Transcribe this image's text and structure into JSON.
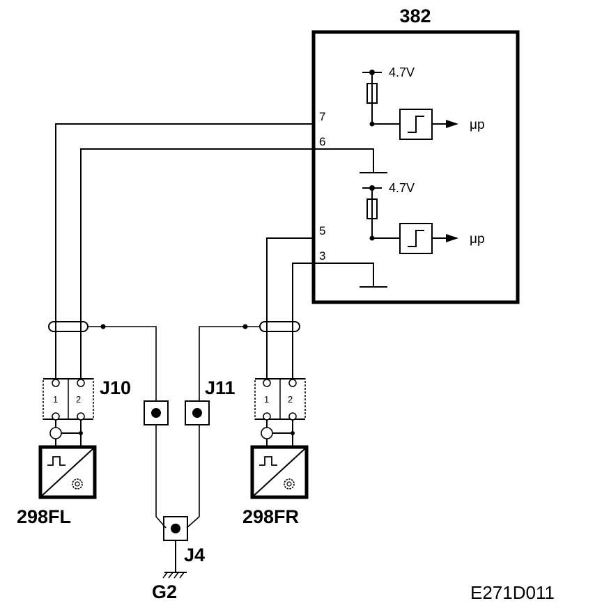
{
  "ecu": {
    "label": "382"
  },
  "ecu_pins": {
    "p7": "7",
    "p6": "6",
    "p5": "5",
    "p3": "3"
  },
  "pullups": {
    "upper": "4.7V",
    "lower": "4.7V"
  },
  "outputs": {
    "upper": "μp",
    "lower": "μp"
  },
  "connectors": {
    "j10": {
      "label": "J10",
      "pin1": "1",
      "pin2": "2"
    },
    "j11": {
      "label": "J11",
      "pin1": "1",
      "pin2": "2"
    },
    "j4": {
      "label": "J4"
    }
  },
  "sensors": {
    "fl": "298FL",
    "fr": "298FR"
  },
  "ground": {
    "label": "G2"
  },
  "figure_code": "E271D011"
}
